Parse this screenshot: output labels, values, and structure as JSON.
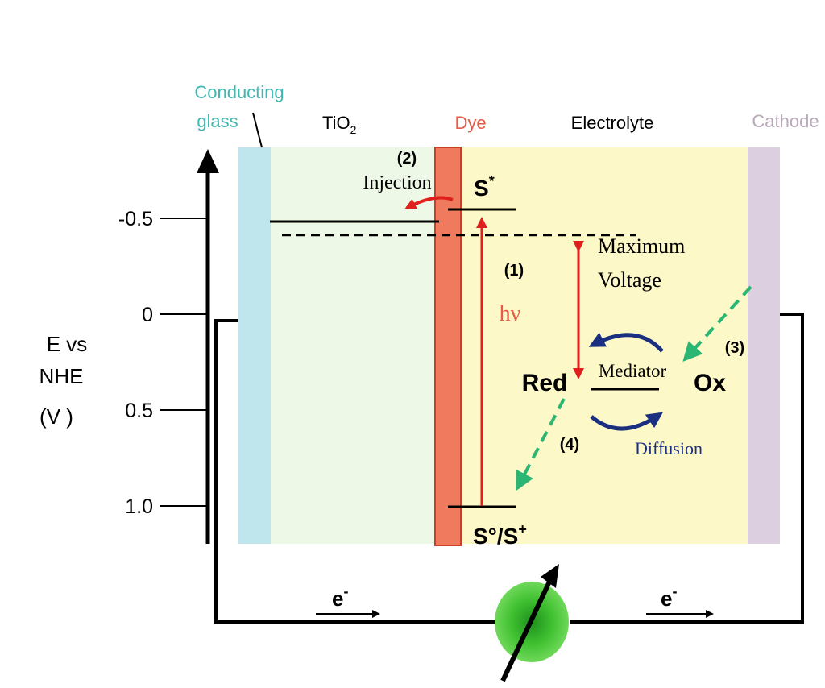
{
  "regions": {
    "conducting_glass": {
      "line1": "Conducting",
      "line2": "glass",
      "color": "#3fb8af"
    },
    "tio2": {
      "base": "TiO",
      "sub": "2"
    },
    "dye": {
      "label": "Dye",
      "color": "#e85a45"
    },
    "electrolyte": {
      "label": "Electrolyte"
    },
    "cathode": {
      "label": "Cathode",
      "color": "#b8a8b8"
    }
  },
  "axis": {
    "title_line1": "E vs",
    "title_line2": "NHE",
    "title_line3": "(V )",
    "ticks": [
      {
        "label": "-0.5",
        "value": -0.5
      },
      {
        "label": "0",
        "value": 0
      },
      {
        "label": "0.5",
        "value": 0.5
      },
      {
        "label": "1.0",
        "value": 1.0
      }
    ]
  },
  "levels": {
    "excited": {
      "base": "S",
      "sup": "*"
    },
    "ground": {
      "base": "S°/S",
      "sup": "+"
    }
  },
  "processes": {
    "injection_step": "(2)",
    "injection_label": "Injection",
    "excitation_step": "(1)",
    "excitation_label": "hν",
    "max_voltage_line1": "Maximum",
    "max_voltage_line2": "Voltage",
    "regeneration_step": "(3)",
    "recombination_step": "(4)",
    "mediator_label": "Mediator",
    "diffusion_label": "Diffusion",
    "red_label": "Red",
    "ox_label": "Ox"
  },
  "circuit": {
    "electron_left": {
      "base": "e",
      "sup": "-"
    },
    "electron_right": {
      "base": "e",
      "sup": "-"
    }
  },
  "colors": {
    "electrolyte_bg": "#fdf8c8",
    "tio2_bg": "#eef8e6",
    "red_arrow": "#e0201c",
    "green_arrow": "#2bb673",
    "blue_arrow": "#1a2f80",
    "meter": "#3fc030"
  }
}
